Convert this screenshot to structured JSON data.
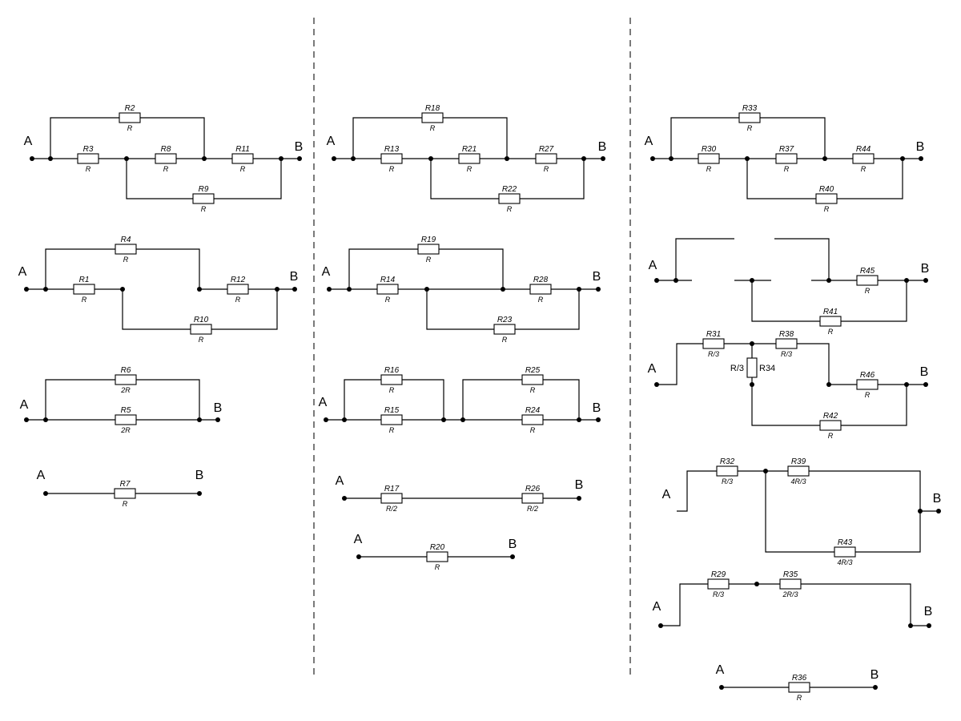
{
  "terminals": {
    "a": "A",
    "b": "B"
  },
  "resistors": {
    "R1": {
      "name": "R1",
      "value": "R"
    },
    "R2": {
      "name": "R2",
      "value": "R"
    },
    "R3": {
      "name": "R3",
      "value": "R"
    },
    "R4": {
      "name": "R4",
      "value": "R"
    },
    "R5": {
      "name": "R5",
      "value": "2R"
    },
    "R6": {
      "name": "R6",
      "value": "2R"
    },
    "R7": {
      "name": "R7",
      "value": "R"
    },
    "R8": {
      "name": "R8",
      "value": "R"
    },
    "R9": {
      "name": "R9",
      "value": "R"
    },
    "R10": {
      "name": "R10",
      "value": "R"
    },
    "R11": {
      "name": "R11",
      "value": "R"
    },
    "R12": {
      "name": "R12",
      "value": "R"
    },
    "R13": {
      "name": "R13",
      "value": "R"
    },
    "R14": {
      "name": "R14",
      "value": "R"
    },
    "R15": {
      "name": "R15",
      "value": "R"
    },
    "R16": {
      "name": "R16",
      "value": "R"
    },
    "R17": {
      "name": "R17",
      "value": "R/2"
    },
    "R18": {
      "name": "R18",
      "value": "R"
    },
    "R19": {
      "name": "R19",
      "value": "R"
    },
    "R20": {
      "name": "R20",
      "value": "R"
    },
    "R21": {
      "name": "R21",
      "value": "R"
    },
    "R22": {
      "name": "R22",
      "value": "R"
    },
    "R23": {
      "name": "R23",
      "value": "R"
    },
    "R24": {
      "name": "R24",
      "value": "R"
    },
    "R25": {
      "name": "R25",
      "value": "R"
    },
    "R26": {
      "name": "R26",
      "value": "R/2"
    },
    "R27": {
      "name": "R27",
      "value": "R"
    },
    "R28": {
      "name": "R28",
      "value": "R"
    },
    "R29": {
      "name": "R29",
      "value": "R/3"
    },
    "R30": {
      "name": "R30",
      "value": "R"
    },
    "R31": {
      "name": "R31",
      "value": "R/3"
    },
    "R32": {
      "name": "R32",
      "value": "R/3"
    },
    "R33": {
      "name": "R33",
      "value": "R"
    },
    "R34": {
      "name": "R34",
      "value": "R/3"
    },
    "R35": {
      "name": "R35",
      "value": "2R/3"
    },
    "R36": {
      "name": "R36",
      "value": "R"
    },
    "R37": {
      "name": "R37",
      "value": "R"
    },
    "R38": {
      "name": "R38",
      "value": "R/3"
    },
    "R39": {
      "name": "R39",
      "value": "4R/3"
    },
    "R40": {
      "name": "R40",
      "value": "R"
    },
    "R41": {
      "name": "R41",
      "value": "R"
    },
    "R42": {
      "name": "R42",
      "value": "R"
    },
    "R43": {
      "name": "R43",
      "value": "4R/3"
    },
    "R44": {
      "name": "R44",
      "value": "R"
    },
    "R45": {
      "name": "R45",
      "value": "R"
    },
    "R46": {
      "name": "R46",
      "value": "R"
    }
  }
}
